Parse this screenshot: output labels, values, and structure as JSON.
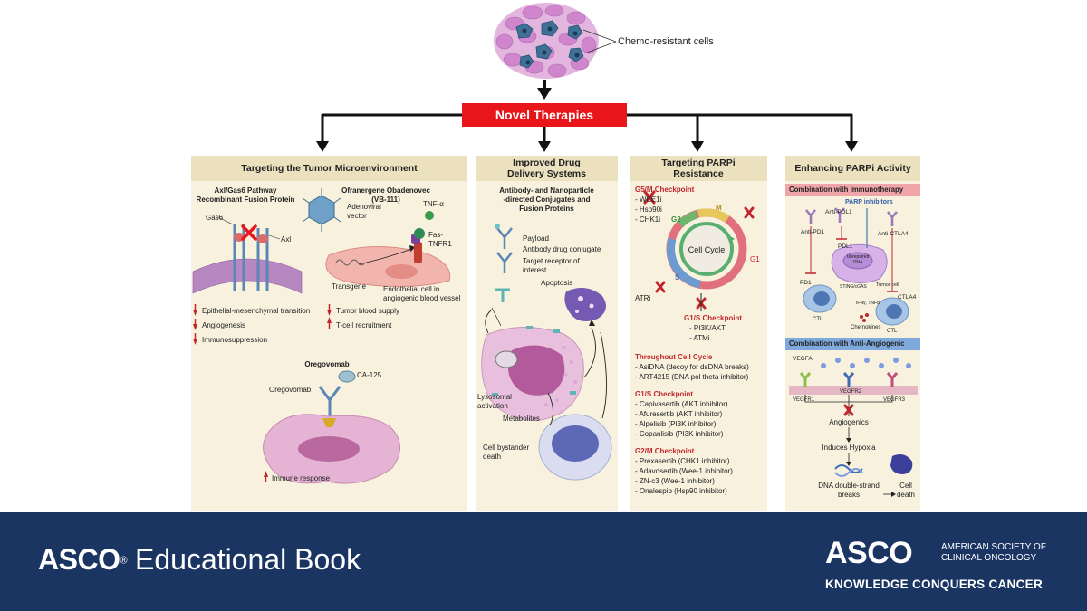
{
  "top": {
    "chemo_label": "Chemo-resistant cells",
    "novel_therapies": "Novel Therapies"
  },
  "colors": {
    "accent_red": "#e8161b",
    "footer_navy": "#1b3563",
    "panel_bg": "#f7f1de",
    "panel_header": "#ece1bf"
  },
  "p1": {
    "title": "Targeting the Tumor Microenvironment",
    "axl_title": "Axl/Gas6 Pathway",
    "axl_sub": "Recombinant Fusion Protein",
    "gas6": "Gas6",
    "axl": "Axl",
    "ofr_title": "Ofranergene Obadenovec",
    "ofr_sub": "(VB-111)",
    "adeno": "Adenoviral",
    "vector": "vector",
    "tnf": "TNF-α",
    "fas": "Fas-",
    "tnfr": "TNFR1",
    "transgene": "Transgene",
    "endo1": "Endothelial cell in",
    "endo2": "angiogenic blood vessel",
    "effects_left": [
      "Epithelial-mesenchymal transition",
      "Angiogenesis",
      "Immunosuppression"
    ],
    "effects_right": [
      "Tumor blood supply",
      "T-cell recruitment"
    ],
    "oreg_title": "Oregovomab",
    "ca125": "CA-125",
    "oreg_label": "Oregovomab",
    "immune": "Immune response"
  },
  "p2": {
    "title1": "Improved Drug",
    "title2": "Delivery Systems",
    "sub1": "Antibody- and Nanoparticle",
    "sub2": "-directed Conjugates and",
    "sub3": "Fusion Proteins",
    "payload": "Payload",
    "adc": "Antibody drug conjugate",
    "target1": "Target receptor of",
    "target2": "interest",
    "apoptosis": "Apoptosis",
    "lyso1": "Lysosomal",
    "lyso2": "activation",
    "metabolites": "Metabolites",
    "bystander1": "Cell bystander",
    "bystander2": "death"
  },
  "p3": {
    "title1": "Targeting  PARPi",
    "title2": "Resistance",
    "g2m_head": "G5/M Checkpoint",
    "g2m_items": [
      "- WEE1i",
      "- Hsp90i",
      "- CHK1i"
    ],
    "phase_m": "M",
    "phase_g2": "G2",
    "phase_g1": "G1",
    "phase_s": "S",
    "cycle": "Cell Cycle",
    "atri": "ATRi",
    "g1s_head": "G1/S Checkpoint",
    "g1s_items": [
      "- PI3K/AKTi",
      "- ATMi"
    ],
    "sec1_head": "Throughout Cell Cycle",
    "sec1_items": [
      "- AsiDNA (decoy for dsDNA breaks)",
      "- ART4215 (DNA pol theta inhibitor)"
    ],
    "sec2_head": "G1/S Checkpoint",
    "sec2_items": [
      "- Capivasertib (AKT inhibitor)",
      "- Afuresertib (AKT inhibitor)",
      "- Alpelisib (PI3K inhibitor)",
      "- Copanlisib (PI3K inhibitor)"
    ],
    "sec3_head": "G2/M Checkpoint",
    "sec3_items": [
      "- Prexasertib (CHK1 inhibitor)",
      "- Adavosertib (Wee-1 inhibitor)",
      "- ZN-c3 (Wee-1 inhibitor)",
      "- Onalespib (Hsp90 inhibitor)"
    ]
  },
  "p4": {
    "title": "Enhancing PARPi Activity",
    "immuno_head": "Combination with Immunotherapy",
    "parp": "PARP inhibitors",
    "anti_pdl1": "Anti-PDL1",
    "anti_pd1": "Anti-PD1",
    "anti_ctla4": "Anti-CTLA4",
    "pdl1": "PDL1",
    "pd1": "PD1",
    "ctla4": "CTLA4",
    "unrepaired1": "Unrepaired",
    "unrepaired2": "DNA",
    "tumor_cell": "Tumor cell",
    "ctl": "CTL",
    "chemokines": "Chemokines",
    "sting": "STING/cGAS",
    "ifn": "IFNγ, TNFα",
    "angio_head": "Combination with Anti-Angiogenic",
    "vegfa": "VEGFA",
    "vegfr1": "VEGFR1",
    "vegfr2": "VEGFR2",
    "vegfr3": "VEGFR3",
    "angiogenics": "Angiogenics",
    "hypoxia": "Induces Hypoxia",
    "dsb1": "DNA double-strand",
    "dsb2": "breaks",
    "death1": "Cell",
    "death2": "death"
  },
  "footer": {
    "brand": "ASCO",
    "reg": "®",
    "edu": "Educational Book",
    "asco_logo": "ASCO",
    "society1": "AMERICAN SOCIETY OF",
    "society2": "CLINICAL ONCOLOGY",
    "tagline": "KNOWLEDGE CONQUERS CANCER"
  }
}
